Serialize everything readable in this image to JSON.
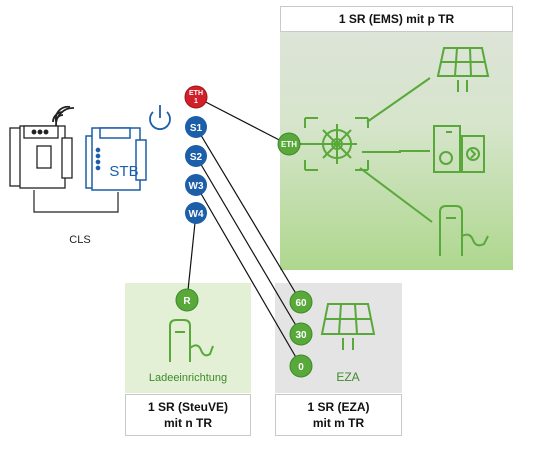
{
  "colors": {
    "brand_green": "#58a83a",
    "dark_green": "#3f8a2a",
    "blue": "#1c5ea8",
    "red": "#d0202a",
    "grey_panel": "#e6e6e6",
    "light_green_panel": "#e3f0d6"
  },
  "cls": {
    "label": "CLS",
    "stb_label": "STB"
  },
  "ports": {
    "eth1_line1": "ETH",
    "eth1_line2": "1",
    "s1": "S1",
    "s2": "S2",
    "w3": "W3",
    "w4": "W4"
  },
  "ems_panel": {
    "title": "1 SR (EMS) mit p TR",
    "eth_badge": "ETH",
    "icons": [
      "ship-wheel-icon",
      "solar-panel-icon",
      "heat-storage-icon",
      "ev-charger-icon"
    ]
  },
  "steuve_panel": {
    "badge": "R",
    "caption": "Ladeeinrichtung",
    "title_line1": "1 SR (SteuVE)",
    "title_line2": "mit n TR"
  },
  "eza_panel": {
    "badges": [
      "60",
      "30",
      "0"
    ],
    "caption": "EZA",
    "title_line1": "1 SR (EZA)",
    "title_line2": "mit m TR"
  }
}
